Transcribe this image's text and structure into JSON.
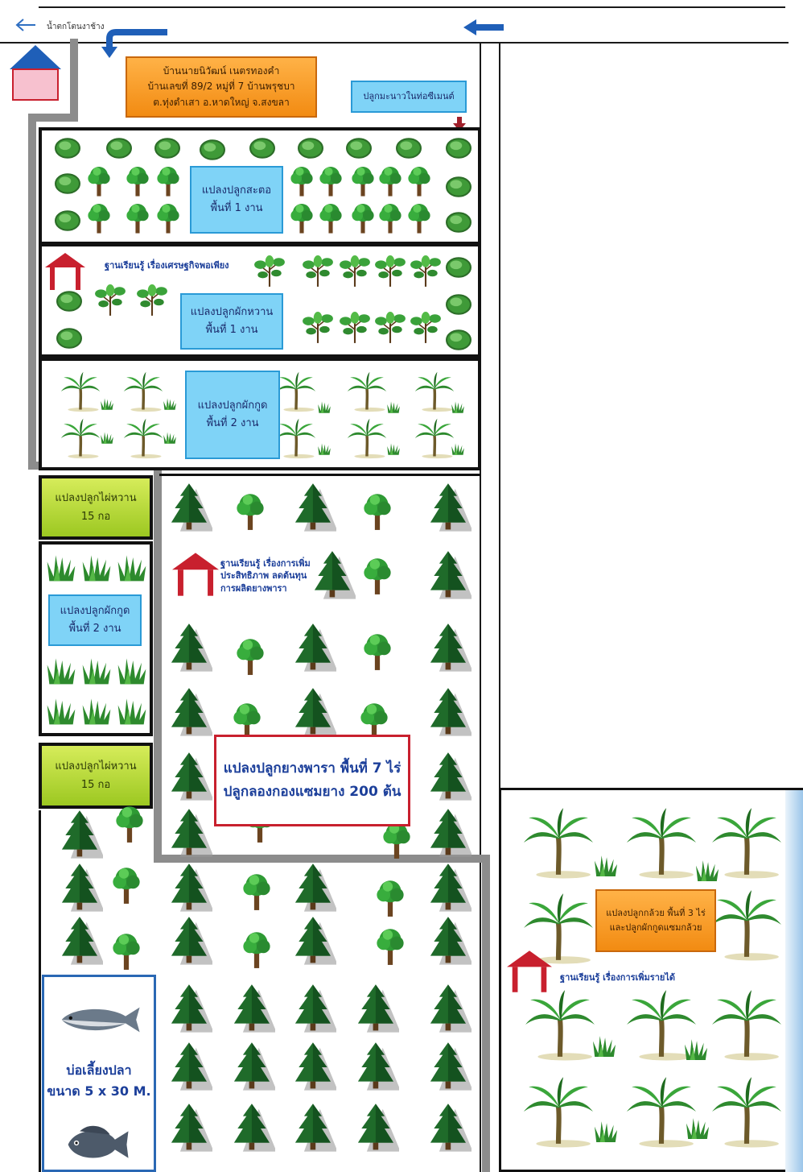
{
  "header": {
    "back_icon": "arrow-left-icon",
    "road_label": "น้ำตกโตนงาช้าง"
  },
  "house_info": {
    "line1": "บ้านนายนิวัฒน์ เนตรทองคำ",
    "line2": "บ้านเลขที่ 89/2 หมู่ที่ 7 บ้านพรุชบา",
    "line3": "ต.ทุ่งตำเสา อ.หาดใหญ่ จ.สงขลา"
  },
  "lime_pipe_label": "ปลูกมะนาวในท่อซีเมนต์",
  "plots": {
    "sator": {
      "line1": "แปลงปลูกสะตอ",
      "line2": "พื้นที่ 1 งาน"
    },
    "phakwan": {
      "line1": "แปลงปลูกผักหวาน",
      "line2": "พื้นที่ 1 งาน"
    },
    "phakkut_top": {
      "line1": "แปลงปลูกผักกูด",
      "line2": "พื้นที่ 2 งาน"
    },
    "bamboo_top": {
      "line1": "แปลงปลูกไผ่หวาน",
      "line2": "15 กอ"
    },
    "phakkut_left": {
      "line1": "แปลงปลูกผักกูด",
      "line2": "พื้นที่ 2 งาน"
    },
    "bamboo_bottom": {
      "line1": "แปลงปลูกไผ่หวาน",
      "line2": "15 กอ"
    },
    "rubber": {
      "line1": "แปลงปลูกยางพารา พื้นที่ 7 ไร่",
      "line2": "ปลูกลองกองแซมยาง 200 ต้น"
    },
    "banana": {
      "line1": "แปลงปลูกกล้วย พื้นที่ 3 ไร่",
      "line2": "และปลูกผักกูดแซมกล้วย"
    }
  },
  "learning_centers": {
    "sufficiency": "ฐานเรียนรู้ เรื่องเศรษฐกิจพอเพียง",
    "rubber_l1": "ฐานเรียนรู้ เรื่องการเพิ่ม",
    "rubber_l2": "ประสิทธิภาพ ลดต้นทุน",
    "rubber_l3": "การผลิตยางพารา",
    "income": "ฐานเรียนรู้ เรื่องการเพิ่มรายได้"
  },
  "fish_pond": {
    "line1": "บ่อเลี้ยงปลา",
    "line2": "ขนาด 5 x 30 M."
  },
  "icons": [
    "arrow-left-icon",
    "house-icon",
    "hut-icon",
    "tree-icon",
    "pine-tree-icon",
    "palm-icon",
    "fern-icon",
    "fish-icon",
    "shrub-icon"
  ],
  "colors": {
    "path_gray": "#8c8c8c",
    "arrow_blue": "#1f5fb8",
    "hut_red": "#c8202e",
    "label_blue": "#7fd3f7",
    "label_orange": "#f28b12",
    "label_green": "#9cc821",
    "tree_green": "#1f6b2a"
  }
}
